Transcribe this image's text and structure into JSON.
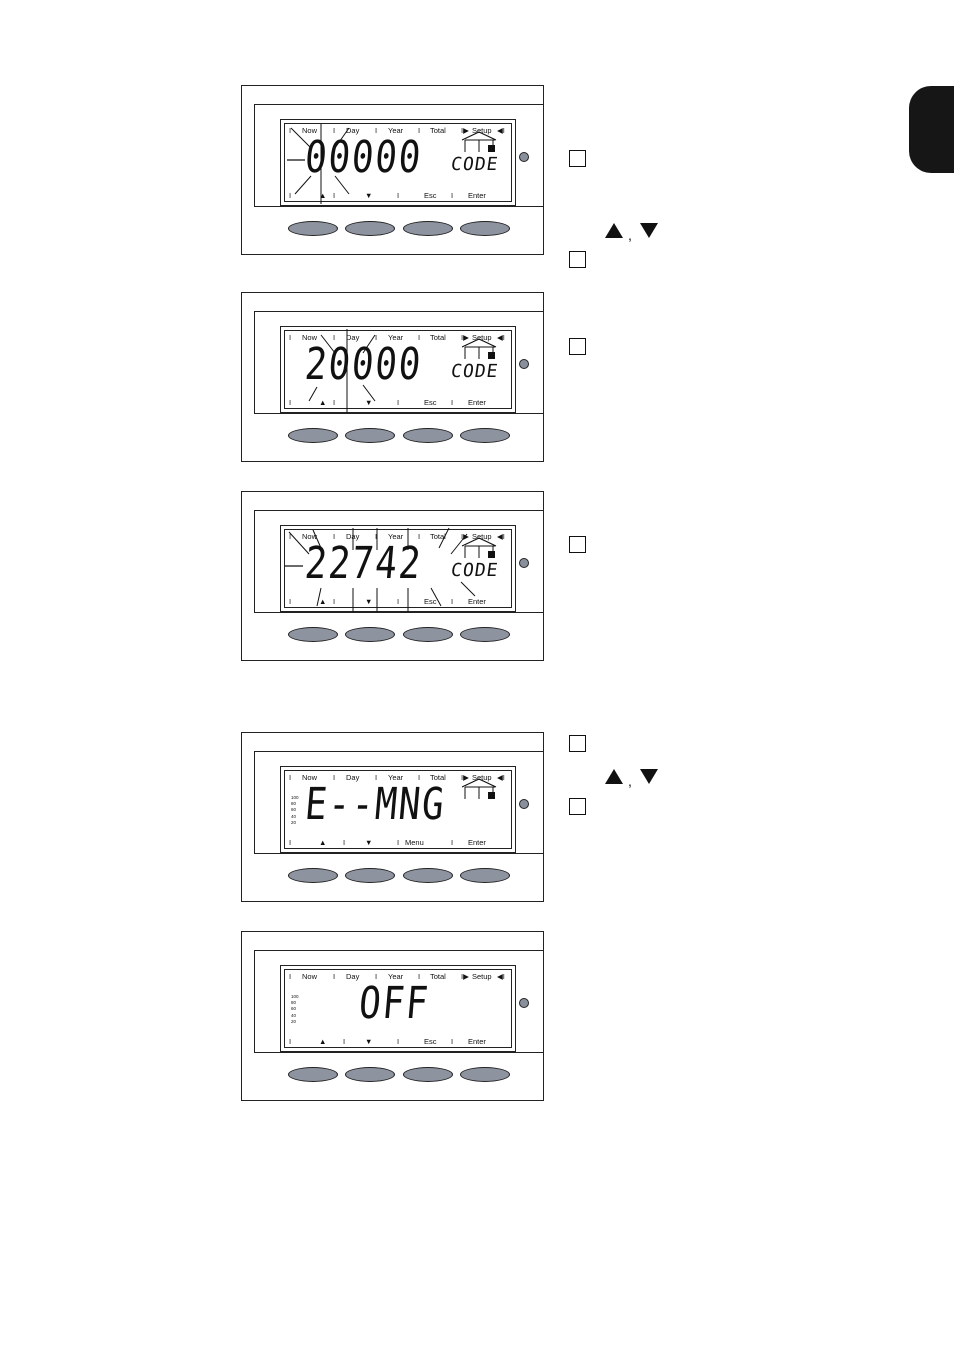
{
  "labels_top": {
    "now": "Now",
    "day": "Day",
    "year": "Year",
    "total": "Total",
    "setup": "Setup"
  },
  "labels_bottom": {
    "up": "▲",
    "down": "▼",
    "esc": "Esc",
    "menu": "Menu",
    "enter": "Enter"
  },
  "scale": [
    "100",
    "80",
    "60",
    "40",
    "20"
  ],
  "displays": [
    {
      "value": "00000",
      "unit": "CODE"
    },
    {
      "value": "20000",
      "unit": "CODE"
    },
    {
      "value": "22742",
      "unit": "CODE"
    },
    {
      "value": "E--MNG",
      "unit": ""
    },
    {
      "value": "OFF",
      "unit": ""
    }
  ],
  "arrow_pair_separator": ","
}
